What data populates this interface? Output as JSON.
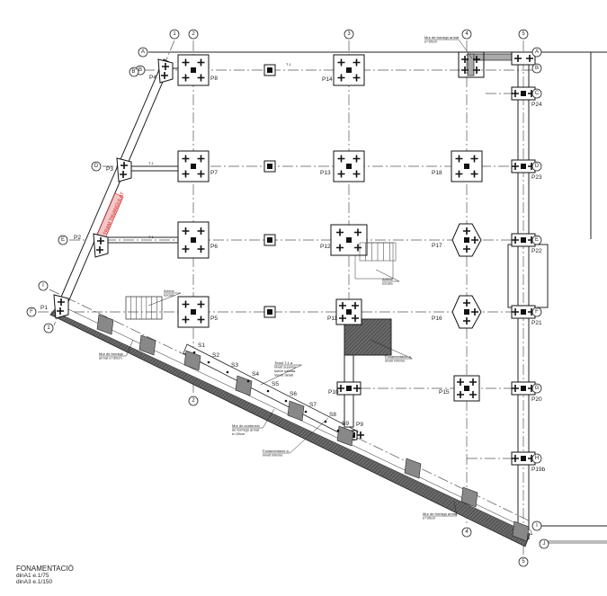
{
  "title": {
    "name": "FONAMENTACIÓ",
    "scale_a1": "dinA1  e.1/75",
    "scale_a3": "dinA3  e.1/150"
  },
  "grid_columns": [
    "1",
    "2",
    "3",
    "4",
    "5"
  ],
  "grid_rows": [
    "A",
    "B",
    "C",
    "D",
    "E",
    "F",
    "G",
    "H",
    "I",
    "J",
    "B'"
  ],
  "pillars": {
    "P1": "P1",
    "P2": "P2",
    "P3": "P3",
    "P4": "P4",
    "P5": "P5",
    "P6": "P6",
    "P7": "P7",
    "P8": "P8",
    "P9": "P9",
    "P10": "P10",
    "P11": "P11",
    "P12": "P12",
    "P13": "P13",
    "P14": "P14",
    "P15": "P15",
    "P16": "P16",
    "P17": "P17",
    "P18": "P18",
    "P19b": "P19b",
    "P20": "P20",
    "P21": "P21",
    "P22": "P22",
    "P23": "P23",
    "P24": "P24"
  },
  "sections": [
    "S1",
    "S2",
    "S3",
    "S4",
    "S5",
    "S6",
    "S7",
    "S8",
    "S9"
  ],
  "beams": {
    "t1": "T-1"
  },
  "red_label": "TRAM TRIANGULAT",
  "notes": {
    "mur_top": "Mur de formigó armat e=30cm",
    "mur_left": "Mur de formigó armat e=30cm",
    "mur_bottom": "Mur de formigó armat e=30cm",
    "mur_contencio": "Mur de contenció de formigó armat e=30cm",
    "tirant": "Tirant T-1 a nivell superior sobre sabata. Veure detall",
    "fonamentacio_1": "Fonamentació a nivell inferior",
    "fonamentacio_2": "Fonamentació a nivell inferior",
    "arrenc_1": "Arrenc escala",
    "arrenc_2": "Arrenc escala"
  },
  "colors": {
    "line": "#222222",
    "hatch": "#555555",
    "red": "#d42020"
  }
}
